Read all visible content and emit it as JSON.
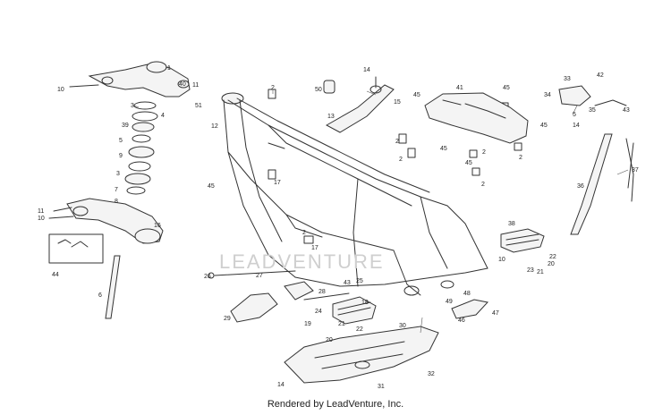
{
  "credit": "Rendered by LeadVenture, Inc.",
  "watermark": "LEADVENTURE",
  "callouts": [
    "1",
    "2",
    "3",
    "4",
    "5",
    "6",
    "7",
    "8",
    "9",
    "10",
    "11",
    "12",
    "13",
    "14",
    "15",
    "16",
    "17",
    "18",
    "19",
    "20",
    "21",
    "22",
    "23",
    "24",
    "25",
    "26",
    "27",
    "28",
    "29",
    "30",
    "31",
    "32",
    "33",
    "34",
    "35",
    "36",
    "37",
    "38",
    "39",
    "40",
    "41",
    "42",
    "43",
    "44",
    "45",
    "46",
    "47",
    "48",
    "49",
    "50",
    "51"
  ]
}
